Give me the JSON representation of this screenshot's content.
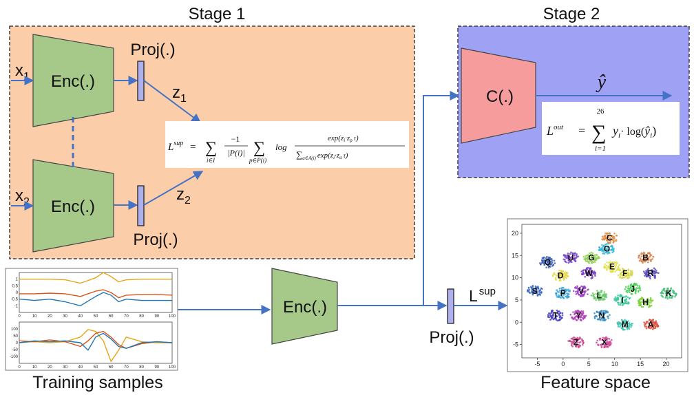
{
  "stage1": {
    "title": "Stage 1"
  },
  "stage2": {
    "title": "Stage 2"
  },
  "inputs": {
    "x1_base": "x",
    "x1_sub": "1",
    "x2_base": "x",
    "x2_sub": "2"
  },
  "encoder_label": "Enc(.)",
  "projector_label": "Proj(.)",
  "classifier_label": "C(.)",
  "embeddings": {
    "z1_base": "z",
    "z1_sub": "1",
    "z2_base": "z",
    "z2_sub": "2"
  },
  "loss_sup": {
    "lhs": "L",
    "lhs_sup": "sup",
    "sum1_sub": "i∈I",
    "frac_num": "−1",
    "frac_den": "|P(i)|",
    "sum2_sub": "p∈P(i)",
    "log": "log",
    "num": "exp(",
    "num_inner_num": "z",
    "num_inner_num_sub1": "i",
    "num_inner_num_mid": "·z",
    "num_inner_num_sub2": "p",
    "num_inner_den": "τ",
    "num_close": ")",
    "den": "∑",
    "den_sub": "a∈A(i)",
    "den_exp": "exp(",
    "den_inner_num_a": "z",
    "den_inner_num_sub1": "i",
    "den_inner_num_mid": "·z",
    "den_inner_num_sub2": "a",
    "den_inner_den": "τ",
    "den_close": ")"
  },
  "loss_out": {
    "lhs": "L",
    "lhs_sup": "out",
    "sum_top": "26",
    "sum_bottom": "i=1",
    "body1": "y",
    "body1_sub": "i",
    "body2": "· log(",
    "body3": "ŷ",
    "body3_sub": "i",
    "body4": ")"
  },
  "yhat": "ŷ",
  "lsup_arrow": {
    "base": "L",
    "sup": "sup"
  },
  "captions": {
    "training": "Training samples",
    "feature": "Feature space"
  },
  "colors": {
    "stage1_bg": "#fbcda9",
    "stage2_bg": "#9fa1f5",
    "encoder": "#a6c98a",
    "classifier": "#f79c9c",
    "projector": "#aeb0ee",
    "arrow": "#4472c4"
  },
  "chart_data": [
    {
      "type": "line",
      "panel": "top",
      "xlim": [
        0,
        100
      ],
      "ylim": [
        -1.5,
        1.5
      ],
      "xticks": [
        "0",
        "10",
        "20",
        "30",
        "40",
        "50",
        "60",
        "70",
        "80",
        "90",
        "100"
      ],
      "yticks": [
        "1",
        "0.5",
        "0",
        "-0.5",
        "-1"
      ],
      "x": [
        0,
        10,
        20,
        30,
        40,
        50,
        55,
        60,
        65,
        70,
        80,
        90,
        100
      ],
      "series": [
        {
          "color": "#e8a317",
          "values": [
            1.0,
            1.0,
            1.0,
            0.95,
            0.7,
            1.1,
            1.5,
            1.2,
            0.8,
            0.95,
            1.0,
            1.0,
            1.0
          ]
        },
        {
          "color": "#d95319",
          "values": [
            -0.1,
            -0.1,
            -0.05,
            -0.1,
            -0.3,
            0.1,
            0.2,
            0.0,
            -0.4,
            -0.2,
            -0.15,
            -0.15,
            -0.2
          ]
        },
        {
          "color": "#1f77b4",
          "values": [
            -0.5,
            -0.6,
            -0.5,
            -0.7,
            -1.0,
            -0.3,
            0.0,
            -0.2,
            -0.7,
            -0.5,
            -0.6,
            -0.6,
            -0.6
          ]
        }
      ]
    },
    {
      "type": "line",
      "panel": "bottom",
      "xlim": [
        0,
        100
      ],
      "ylim": [
        -110,
        110
      ],
      "xticks": [
        "0",
        "10",
        "20",
        "30",
        "40",
        "50",
        "60",
        "70",
        "80",
        "90",
        "100"
      ],
      "yticks": [
        "100",
        "50",
        "0",
        "-50",
        "-100"
      ],
      "x": [
        0,
        10,
        20,
        30,
        40,
        45,
        50,
        55,
        60,
        65,
        70,
        80,
        90,
        100
      ],
      "series": [
        {
          "color": "#e8a317",
          "values": [
            0,
            5,
            0,
            5,
            30,
            70,
            60,
            10,
            -100,
            -40,
            30,
            5,
            0,
            0
          ]
        },
        {
          "color": "#d95319",
          "values": [
            10,
            5,
            15,
            5,
            -20,
            10,
            50,
            60,
            30,
            -10,
            -30,
            -5,
            5,
            0
          ]
        },
        {
          "color": "#1f77b4",
          "values": [
            0,
            10,
            5,
            10,
            0,
            -40,
            30,
            50,
            20,
            -20,
            -30,
            0,
            5,
            0
          ]
        }
      ]
    },
    {
      "type": "scatter",
      "panel": "feature-space",
      "xlim": [
        -8,
        23
      ],
      "ylim": [
        -8,
        22
      ],
      "xticks": [
        -5,
        0,
        5,
        10,
        15,
        20
      ],
      "yticks": [
        20,
        15,
        10,
        5,
        0,
        -5
      ],
      "clusters": [
        {
          "label": "C",
          "x": 9,
          "y": 19,
          "color": "#e08e45"
        },
        {
          "label": "O",
          "x": 8.5,
          "y": 16.5,
          "color": "#35b6d4"
        },
        {
          "label": "U",
          "x": 1.5,
          "y": 14.5,
          "color": "#7b46c9"
        },
        {
          "label": "G",
          "x": 5.5,
          "y": 14.5,
          "color": "#8fd14f"
        },
        {
          "label": "B",
          "x": 16,
          "y": 14.5,
          "color": "#d6824b"
        },
        {
          "label": "Q",
          "x": -3,
          "y": 13.5,
          "color": "#3b5fb5"
        },
        {
          "label": "E",
          "x": 9.5,
          "y": 12.5,
          "color": "#e2e04a"
        },
        {
          "label": "D",
          "x": -0.5,
          "y": 10.5,
          "color": "#e6d84a"
        },
        {
          "label": "W",
          "x": 5,
          "y": 11,
          "color": "#7c3fc4"
        },
        {
          "label": "F",
          "x": 12,
          "y": 11,
          "color": "#d8d74a"
        },
        {
          "label": "R",
          "x": 17,
          "y": 11,
          "color": "#5a4fc2"
        },
        {
          "label": "S",
          "x": -5.5,
          "y": 7,
          "color": "#3a66c2"
        },
        {
          "label": "P",
          "x": 0,
          "y": 6.5,
          "color": "#3aa3d9"
        },
        {
          "label": "V",
          "x": 3.5,
          "y": 7,
          "color": "#9b3fc4"
        },
        {
          "label": "L",
          "x": 7,
          "y": 6,
          "color": "#6acb6a"
        },
        {
          "label": "J",
          "x": 13.5,
          "y": 7.5,
          "color": "#4fcf5c"
        },
        {
          "label": "K",
          "x": 20.5,
          "y": 6.5,
          "color": "#45c27a"
        },
        {
          "label": "I",
          "x": 11.5,
          "y": 5,
          "color": "#3cc79a"
        },
        {
          "label": "H",
          "x": 16,
          "y": 4.5,
          "color": "#80cf3e"
        },
        {
          "label": "T",
          "x": -1.5,
          "y": 1.5,
          "color": "#4b42b8"
        },
        {
          "label": "Y",
          "x": 3,
          "y": 1.5,
          "color": "#b23fb8"
        },
        {
          "label": "N",
          "x": 7.5,
          "y": 1.5,
          "color": "#3a8fc9"
        },
        {
          "label": "M",
          "x": 12,
          "y": -0.5,
          "color": "#46c6b0"
        },
        {
          "label": "A",
          "x": 17,
          "y": -0.5,
          "color": "#d9523f"
        },
        {
          "label": "Z",
          "x": 2.5,
          "y": -4.5,
          "color": "#c94a8e"
        },
        {
          "label": "X",
          "x": 8,
          "y": -4.5,
          "color": "#d0489a"
        }
      ]
    }
  ]
}
